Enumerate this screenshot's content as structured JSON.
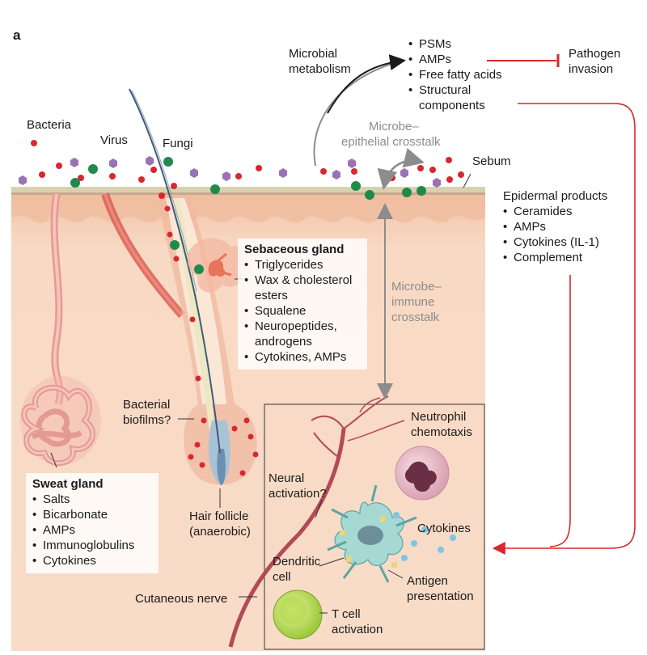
{
  "panel_label": "a",
  "labels": {
    "bacteria": "Bacteria",
    "virus": "Virus",
    "fungi": "Fungi",
    "microbial_metabolism_1": "Microbial",
    "microbial_metabolism_2": "metabolism",
    "pathogen_invasion_1": "Pathogen",
    "pathogen_invasion_2": "invasion",
    "microbe_epithelial_1": "Microbe–",
    "microbe_epithelial_2": "epithelial crosstalk",
    "sebum": "Sebum",
    "microbe_immune_1": "Microbe–",
    "microbe_immune_2": "immune",
    "microbe_immune_3": "crosstalk",
    "bacterial_biofilms_1": "Bacterial",
    "bacterial_biofilms_2": "biofilms?",
    "hair_follicle_1": "Hair follicle",
    "hair_follicle_2": "(anaerobic)",
    "neural_activation_1": "Neural",
    "neural_activation_2": "activation?",
    "neutrophil_1": "Neutrophil",
    "neutrophil_2": "chemotaxis",
    "cytokines": "Cytokines",
    "dendritic_1": "Dendritic",
    "dendritic_2": "cell",
    "antigen_1": "Antigen",
    "antigen_2": "presentation",
    "cutaneous_nerve": "Cutaneous nerve",
    "t_cell_1": "T cell",
    "t_cell_2": "activation"
  },
  "microbial_products": [
    "PSMs",
    "AMPs",
    "Free fatty acids",
    "Structural",
    "components"
  ],
  "epidermal": {
    "title": "Epidermal products",
    "items": [
      "Ceramides",
      "AMPs",
      "Cytokines (IL-1)",
      "Complement"
    ]
  },
  "sebaceous": {
    "title": "Sebaceous gland",
    "items": [
      "Triglycerides",
      "Wax & cholesterol",
      "esters",
      "Squalene",
      "Neuropeptides,",
      "androgens",
      "Cytokines, AMPs"
    ]
  },
  "sweat": {
    "title": "Sweat gland",
    "items": [
      "Salts",
      "Bicarbonate",
      "AMPs",
      "Immunoglobulins",
      "Cytokines"
    ]
  },
  "colors": {
    "bacteria": "#d7282f",
    "virus": "#9b72b5",
    "fungi": "#1f8a4c",
    "skin": "#f7d7c0",
    "dermis_top": "#f3c8ad",
    "sebum_line": "#c9c2a6",
    "red_arrow": "#d7282f",
    "grey_arrow": "#8c8c8c"
  }
}
